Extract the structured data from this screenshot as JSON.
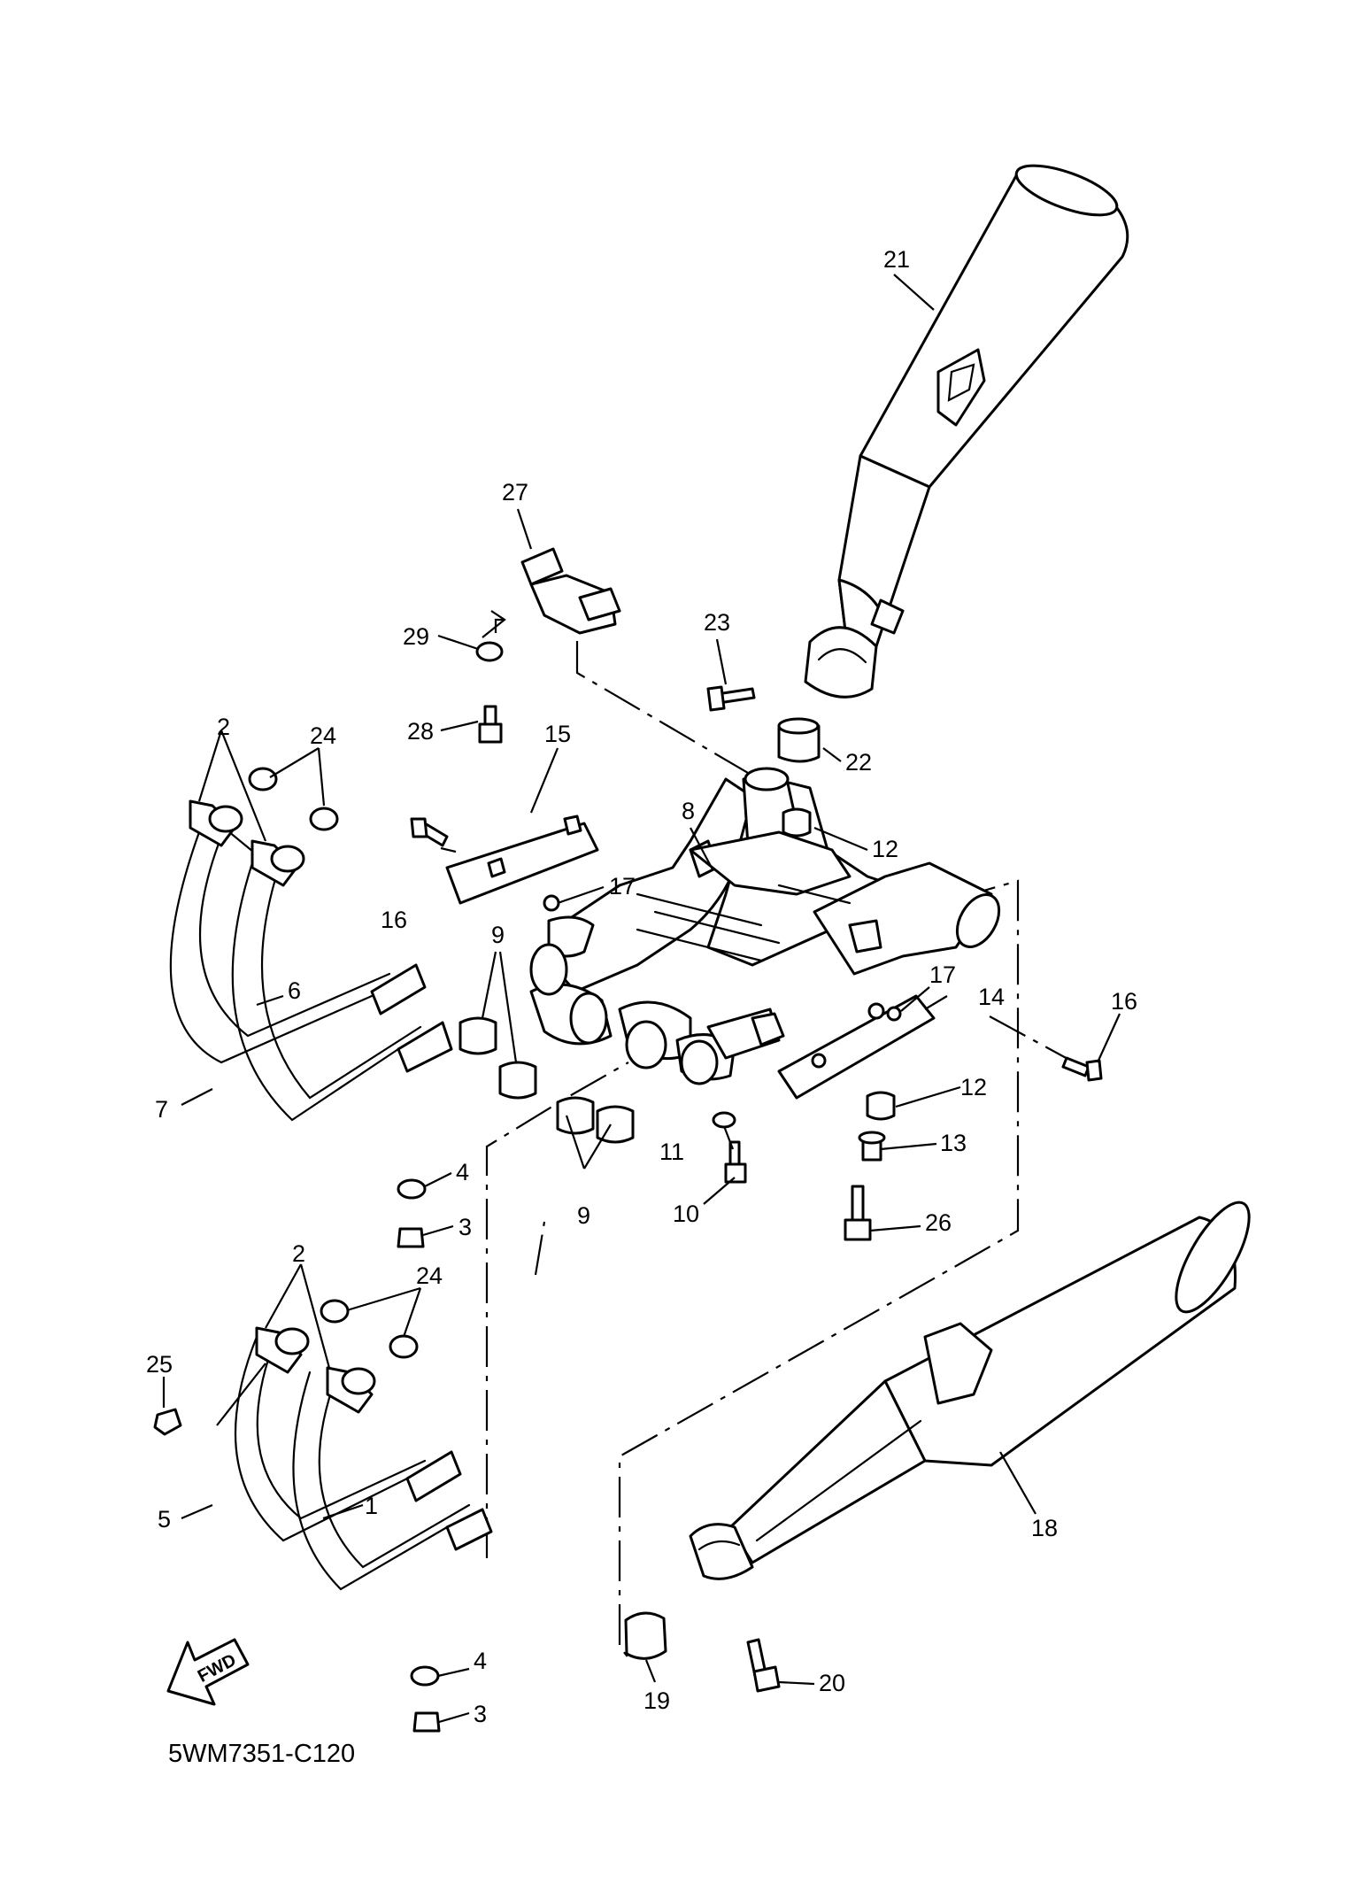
{
  "diagram": {
    "code": "5WM7351-C120",
    "fwd_label": "FWD",
    "callouts": {
      "c1": "1",
      "c2a": "2",
      "c2b": "2",
      "c3a": "3",
      "c3b": "3",
      "c4a": "4",
      "c4b": "4",
      "c5": "5",
      "c6": "6",
      "c7": "7",
      "c8": "8",
      "c9a": "9",
      "c9b": "9",
      "c10": "10",
      "c11": "11",
      "c12a": "12",
      "c12b": "12",
      "c13": "13",
      "c14": "14",
      "c15": "15",
      "c16a": "16",
      "c16b": "16",
      "c17a": "17",
      "c17b": "17",
      "c18": "18",
      "c19": "19",
      "c20": "20",
      "c21": "21",
      "c22": "22",
      "c23": "23",
      "c24a": "24",
      "c24b": "24",
      "c25": "25",
      "c26": "26",
      "c27": "27",
      "c28": "28",
      "c29": "29"
    }
  }
}
